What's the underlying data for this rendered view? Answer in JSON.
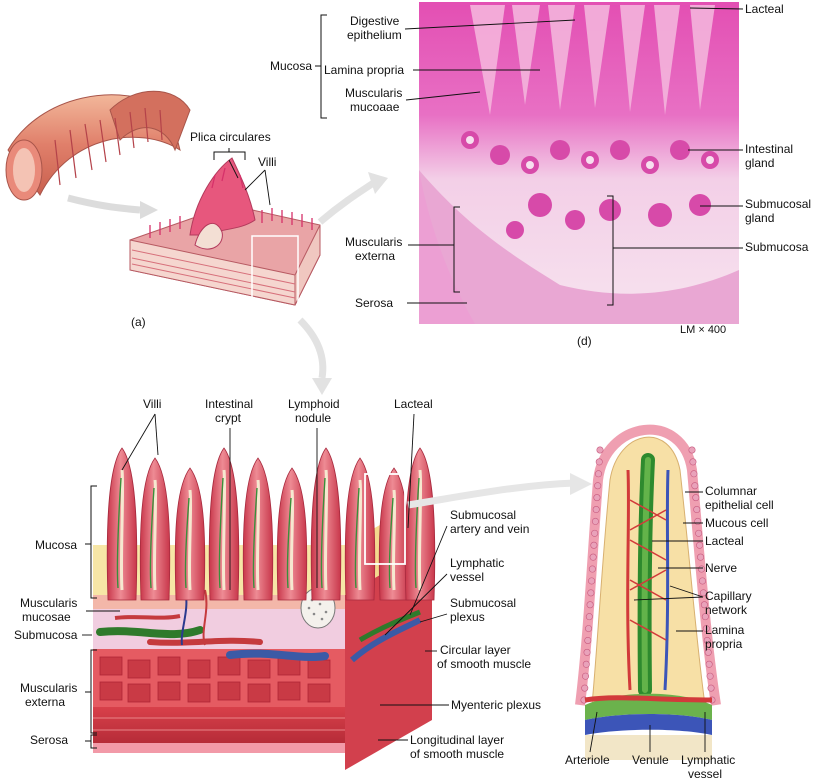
{
  "panel_a": {
    "label": "(a)",
    "plica": "Plica circulares",
    "villi": "Villi"
  },
  "panel_d": {
    "label": "(d)",
    "magnification": "LM × 400",
    "left_labels": {
      "mucosa": "Mucosa",
      "digestive_1": "Digestive",
      "digestive_2": "epithelium",
      "lamina_propria": "Lamina propria",
      "muscularis_1": "Muscularis",
      "muscularis_2": "mucoaae",
      "externa_1": "Muscularis",
      "externa_2": "externa",
      "serosa": "Serosa"
    },
    "right_labels": {
      "lacteal": "Lacteal",
      "intestinal_1": "Intestinal",
      "intestinal_2": "gland",
      "submucosal_1": "Submucosal",
      "submucosal_2": "gland",
      "submucosa": "Submucosa"
    }
  },
  "panel_b": {
    "top_labels": {
      "villi": "Villi",
      "crypt_1": "Intestinal",
      "crypt_2": "crypt",
      "nodule_1": "Lymphoid",
      "nodule_2": "nodule",
      "lacteal": "Lacteal"
    },
    "left_labels": {
      "mucosa": "Mucosa",
      "musc_muc_1": "Muscularis",
      "musc_muc_2": "mucosae",
      "submucosa": "Submucosa",
      "externa_1": "Muscularis",
      "externa_2": "externa",
      "serosa": "Serosa"
    },
    "right_labels": {
      "artery_1": "Submucosal",
      "artery_2": "artery and vein",
      "lymph_1": "Lymphatic",
      "lymph_2": "vessel",
      "plexus_1": "Submucosal",
      "plexus_2": "plexus",
      "circular_1": "Circular layer",
      "circular_2": "of smooth muscle",
      "myenteric": "Myenteric plexus",
      "longitudinal_1": "Longitudinal layer",
      "longitudinal_2": "of smooth muscle"
    }
  },
  "panel_c": {
    "right_labels": {
      "columnar_1": "Columnar",
      "columnar_2": "epithelial cell",
      "mucous": "Mucous cell",
      "lacteal": "Lacteal",
      "nerve": "Nerve",
      "capillary_1": "Capillary",
      "capillary_2": "network",
      "lamina_1": "Lamina",
      "lamina_2": "propria"
    },
    "bottom_labels": {
      "arteriole": "Arteriole",
      "venule": "Venule",
      "lymph_1": "Lymphatic",
      "lymph_2": "vessel"
    }
  }
}
